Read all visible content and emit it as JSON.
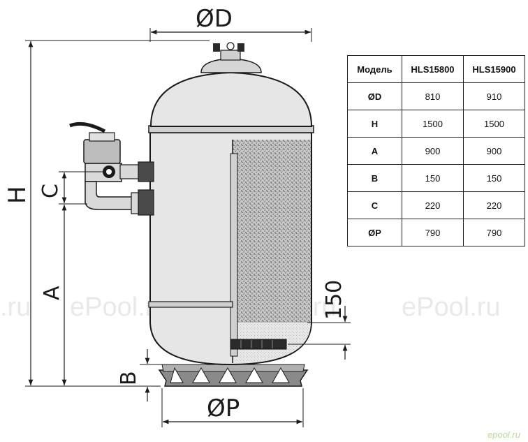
{
  "dimensions": {
    "d": "ØD",
    "h": "H",
    "a": "A",
    "b": "B",
    "c": "C",
    "p": "ØP",
    "depth": "150"
  },
  "table": {
    "headers": [
      "Модель",
      "HLS15800",
      "HLS15900"
    ],
    "rows": [
      {
        "label": "ØD",
        "values": [
          "810",
          "910"
        ]
      },
      {
        "label": "H",
        "values": [
          "1500",
          "1500"
        ]
      },
      {
        "label": "A",
        "values": [
          "900",
          "900"
        ]
      },
      {
        "label": "B",
        "values": [
          "150",
          "150"
        ]
      },
      {
        "label": "C",
        "values": [
          "220",
          "220"
        ]
      },
      {
        "label": "ØP",
        "values": [
          "790",
          "790"
        ]
      }
    ]
  },
  "watermarks": {
    "left": ".ru",
    "center_left": "ePool.ru",
    "center": "ePool.ru",
    "right": "ePool.ru",
    "logo": "epool.ru"
  }
}
